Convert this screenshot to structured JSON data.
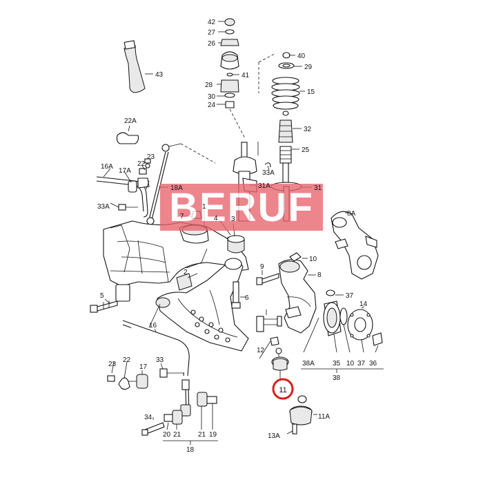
{
  "watermark": {
    "text": "BERUF",
    "color": "#e8646e"
  },
  "highlight": {
    "label": "11",
    "color": "#d81c1c"
  },
  "labels": {
    "l42": "42",
    "l27": "27",
    "l26": "26",
    "l40": "40",
    "l29": "29",
    "l43": "43",
    "l41": "41",
    "l28": "28",
    "l15": "15",
    "l30": "30",
    "l24": "24",
    "l32": "32",
    "l22A": "22A",
    "l25": "25",
    "l23a": "23",
    "l22a": "22",
    "l16A": "16A",
    "l17A": "17A",
    "l33A_top": "33A",
    "l18A": "18A",
    "l31A": "31A",
    "l31": "31",
    "l33A_left": "33A",
    "l7": "7",
    "l2": "2",
    "l1": "1",
    "l4": "4",
    "l3": "3",
    "l8A": "8A",
    "l10": "10",
    "l9": "9",
    "l8": "8",
    "l37": "37",
    "l5": "5",
    "l6": "6",
    "l14": "14",
    "l16": "16",
    "l12": "12",
    "l38A": "38A",
    "l35": "35",
    "l10b": "10",
    "l37b": "37",
    "l36": "36",
    "l38": "38",
    "l23b": "23",
    "l22b": "22",
    "l17": "17",
    "l33": "33",
    "l11A": "11A",
    "l34": "34",
    "l20": "20",
    "l21a": "21",
    "l21b": "21",
    "l19": "19",
    "l18": "18",
    "l13A": "13A"
  }
}
